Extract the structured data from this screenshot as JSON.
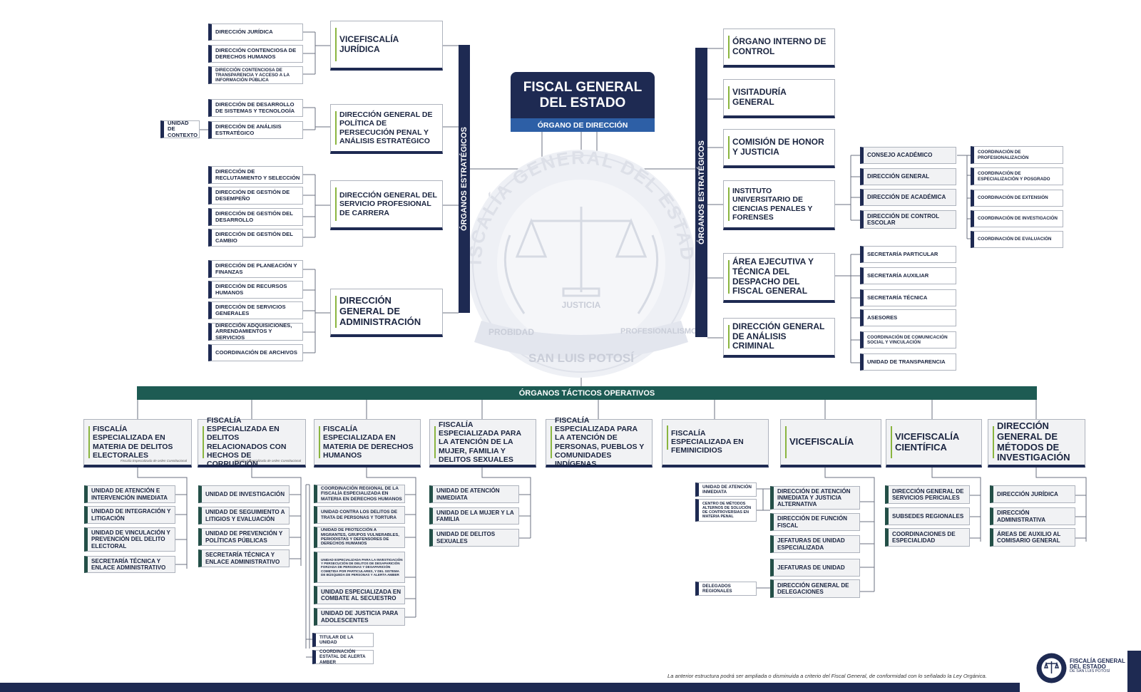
{
  "head": {
    "title1": "FISCAL GENERAL",
    "title2": "DEL ESTADO",
    "subtitle": "ÓRGANO DE DIRECCIÓN"
  },
  "seal": {
    "ring_text": "FISCALÍA GENERAL DEL ESTADO",
    "left_text": "PROBIDAD",
    "ribbon_text": "JUSTICIA",
    "right_text": "PROFESIONALISMO",
    "bottom_text": "SAN LUIS POTOSÍ"
  },
  "left_strategic": {
    "bar_label": "ÓRGANOS ESTRATÉGICOS",
    "groups": [
      {
        "title": "VICEFISCALÍA JURÍDICA",
        "items": [
          "DIRECCIÓN JURÍDICA",
          "DIRECCIÓN CONTENCIOSA DE DERECHOS HUMANOS",
          "DIRECCIÓN CONTENCIOSA DE TRANSPARENCIA Y ACCESO A LA INFORMACIÓN PÚBLICA"
        ]
      },
      {
        "title": "DIRECCIÓN GENERAL DE POLÍTICA DE PERSECUCIÓN PENAL Y ANÁLISIS ESTRATÉGICO",
        "items": [
          "DIRECCIÓN DE DESARROLLO DE SISTEMAS Y TECNOLOGÍA",
          "DIRECCIÓN DE ANÁLISIS ESTRATÉGICO"
        ],
        "extra": "UNIDAD DE CONTEXTO"
      },
      {
        "title": "DIRECCIÓN GENERAL DEL SERVICIO PROFESIONAL DE CARRERA",
        "items": [
          "DIRECCIÓN DE RECLUTAMIENTO Y SELECCIÓN",
          "DIRECCIÓN DE GESTIÓN DE DESEMPEÑO",
          "DIRECCIÓN DE GESTIÓN DEL DESARROLLO",
          "DIRECCIÓN DE GESTIÓN DEL CAMBIO"
        ]
      },
      {
        "title": "DIRECCIÓN GENERAL DE ADMINISTRACIÓN",
        "items": [
          "DIRECCIÓN DE PLANEACIÓN Y FINANZAS",
          "DIRECCIÓN DE RECURSOS HUMANOS",
          "DIRECCIÓN DE SERVICIOS GENERALES",
          "DIRECCIÓN ADQUISICIONES, ARRENDAMIENTOS Y SERVICIOS",
          "COORDINACIÓN DE ARCHIVOS"
        ]
      }
    ]
  },
  "right_strategic": {
    "bar_label": "ÓRGANOS ESTRATÉGICOS",
    "items": [
      "ÓRGANO INTERNO DE CONTROL",
      "VISITADURÍA GENERAL",
      "COMISIÓN DE HONOR Y JUSTICIA",
      "INSTITUTO UNIVERSITARIO DE CIENCIAS PENALES Y FORENSES",
      "ÁREA EJECUTIVA Y TÉCNICA DEL DESPACHO DEL FISCAL GENERAL",
      "DIRECCIÓN GENERAL DE ANÁLISIS CRIMINAL"
    ],
    "instituto_units": [
      "CONSEJO ACADÉMICO",
      "DIRECCIÓN GENERAL",
      "DIRECCIÓN DE ACADÉMICA",
      "DIRECCIÓN DE CONTROL ESCOLAR"
    ],
    "coordinaciones": [
      "COORDINACIÓN DE PROFESIONALIZACIÓN",
      "COORDINACIÓN DE ESPECIALIZACIÓN Y POSGRADO",
      "COORDINACIÓN DE EXTENSIÓN",
      "COORDINACIÓN DE INVESTIGACIÓN",
      "COORDINACIÓN DE EVALUACIÓN"
    ],
    "area_units": [
      "SECRETARÍA PARTICULAR",
      "SECRETARÍA AUXILIAR",
      "SECRETARÍA TÉCNICA",
      "ASESORES",
      "COORDINACIÓN DE COMUNICACIÓN SOCIAL Y VINCULACIÓN",
      "UNIDAD DE TRANSPARENCIA"
    ]
  },
  "tactical": {
    "bar_label": "ÓRGANOS TÁCTICOS OPERATIVOS",
    "columns": [
      {
        "title": "FISCALÍA ESPECIALIZADA EN MATERIA DE DELITOS ELECTORALES",
        "note": "Fiscalía Especializada de orden Constitucional",
        "items": [
          "UNIDAD DE ATENCIÓN E INTERVENCIÓN INMEDIATA",
          "UNIDAD DE INTEGRACIÓN Y LITIGACIÓN",
          "UNIDAD DE VINCULACIÓN Y PREVENCIÓN DEL DELITO ELECTORAL",
          "SECRETARÍA TÉCNICA Y ENLACE ADMINISTRATIVO"
        ]
      },
      {
        "title": "FISCALÍA ESPECIALIZADA EN DELITOS RELACIONADOS CON HECHOS DE CORRUPCIÓN",
        "note": "Fiscalía Especializada de orden Constitucional",
        "items": [
          "UNIDAD DE INVESTIGACIÓN",
          "UNIDAD DE SEGUIMIENTO A LITIGIOS Y EVALUACIÓN",
          "UNIDAD DE PREVENCIÓN Y POLÍTICAS PÚBLICAS",
          "SECRETARÍA TÉCNICA Y ENLACE ADMINISTRATIVO"
        ]
      },
      {
        "title": "FISCALÍA ESPECIALIZADA EN MATERIA DE DERECHOS HUMANOS",
        "items": [
          "COORDINACIÓN REGIONAL DE LA FISCALÍA ESPECIALIZADA EN MATERIA EN DERECHOS HUMANOS",
          "UNIDAD CONTRA LOS DELITOS DE TRATA DE PERSONAS Y TORTURA",
          "UNIDAD DE PROTECCIÓN A MIGRANTES, GRUPOS VULNERABLES, PERIODISTAS Y DEFENSORES DE DERECHOS HUMANOS",
          "UNIDAD ESPECIALIZADA PARA LA INVESTIGACIÓN Y PERSECUCIÓN DE DELITOS DE DESAPARICIÓN FORZADA DE PERSONAS Y DESAPARICIÓN COMETIDA POR PARTICULARES, Y DEL SISTEMA DE BÚSQUEDA DE PERSONAS Y ALERTA AMBER",
          "UNIDAD ESPECIALIZADA EN COMBATE AL SECUESTRO",
          "UNIDAD DE JUSTICIA PARA ADOLESCENTES"
        ],
        "sub": [
          "TITULAR DE LA UNIDAD",
          "COORDINACIÓN ESTATAL DE ALERTA AMBER"
        ]
      },
      {
        "title": "FISCALÍA ESPECIALIZADA PARA LA ATENCIÓN DE LA MUJER, FAMILIA Y DELITOS SEXUALES",
        "items": [
          "UNIDAD DE ATENCIÓN INMEDIATA",
          "UNIDAD DE LA MUJER Y LA FAMILIA",
          "UNIDAD DE DELITOS SEXUALES"
        ]
      },
      {
        "title": "FISCALÍA ESPECIALIZADA PARA LA ATENCIÓN DE PERSONAS, PUEBLOS Y COMUNIDADES INDÍGENAS",
        "items": []
      },
      {
        "title": "FISCALÍA ESPECIALIZADA EN FEMINICIDIOS",
        "items": []
      },
      {
        "title": "VICEFISCALÍA",
        "items": [
          "DIRECCIÓN DE ATENCIÓN INMEDIATA Y JUSTICIA ALTERNATIVA",
          "DIRECCIÓN DE FUNCIÓN FISCAL",
          "JEFATURAS DE UNIDAD ESPECIALIZADA",
          "JEFATURAS DE UNIDAD",
          "DIRECCIÓN GENERAL DE DELEGACIONES"
        ],
        "side": [
          "UNIDAD DE ATENCIÓN INMEDIATA",
          "CENTRO DE MÉTODOS ALTERNOS DE SOLUCIÓN DE CONTROVERSIAS EN MATERIA PENAL",
          "DELEGADOS REGIONALES"
        ]
      },
      {
        "title": "VICEFISCALÍA CIENTÍFICA",
        "items": [
          "DIRECCIÓN GENERAL DE SERVICIOS PERICIALES",
          "SUBSEDES REGIONALES",
          "COORDINACIONES DE ESPECIALIDAD"
        ]
      },
      {
        "title": "DIRECCIÓN GENERAL DE MÉTODOS DE INVESTIGACIÓN",
        "items": [
          "DIRECCIÓN JURÍDICA",
          "DIRECCIÓN ADMINISTRATIVA",
          "ÁREAS DE AUXILIO AL COMISARIO GENERAL"
        ]
      }
    ]
  },
  "footer": {
    "note": "La anterior estructura podrá ser ampliada o disminuida a criterio del Fiscal General, de conformidad con lo señalado la Ley Orgánica.",
    "logo_line1": "FISCALÍA GENERAL",
    "logo_line2": "DEL ESTADO",
    "logo_line3": "DE SAN LUIS POTOSÍ"
  },
  "colors": {
    "navy": "#1e2a52",
    "teal": "#1d5b53",
    "blue": "#2d5fa6",
    "accent": "#8ab53f"
  }
}
